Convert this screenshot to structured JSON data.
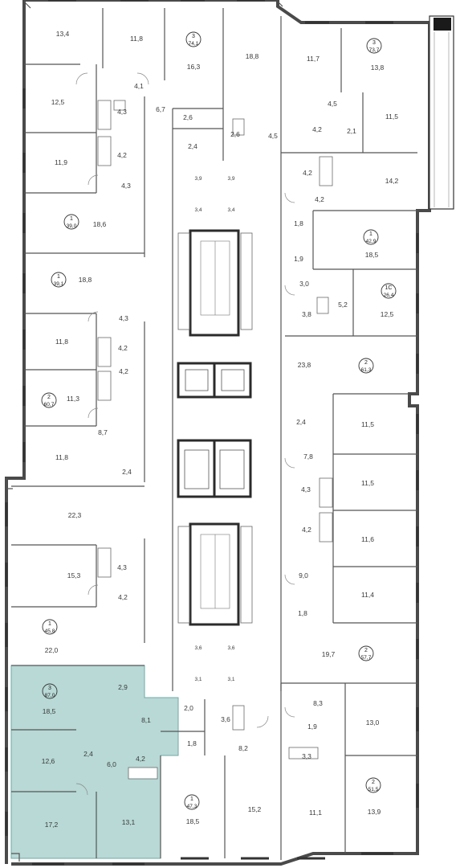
{
  "colors": {
    "highlight_fill": "#b8d9d6",
    "highlight_stroke": "#6fa9a4",
    "wall": "#555555",
    "core": "#2b2b2b"
  },
  "highlighted_apartment": {
    "rooms": [
      "3",
      "87,0"
    ],
    "areas": [
      "18,5",
      "2,9",
      "8,1",
      "2,0",
      "12,6",
      "2,4",
      "6,0",
      "4,2",
      "17,2",
      "13,1"
    ]
  },
  "apartments": [
    {
      "rooms": "3",
      "area": "74,1"
    },
    {
      "rooms": "3",
      "area": "73,7"
    },
    {
      "rooms": "1",
      "area": "39,0"
    },
    {
      "rooms": "1",
      "area": "42,9"
    },
    {
      "rooms": "1",
      "area": "39,1"
    },
    {
      "rooms": "1С",
      "area": "26,4"
    },
    {
      "rooms": "2",
      "area": "61,3"
    },
    {
      "rooms": "2",
      "area": "60,7"
    },
    {
      "rooms": "1",
      "area": "45,8"
    },
    {
      "rooms": "2",
      "area": "57,7"
    },
    {
      "rooms": "3",
      "area": "87,0"
    },
    {
      "rooms": "1",
      "area": "47,3"
    },
    {
      "rooms": "2",
      "area": "51,5"
    }
  ],
  "room_areas": [
    "13,4",
    "11,8",
    "16,3",
    "18,8",
    "11,7",
    "13,8",
    "4,1",
    "12,5",
    "4,3",
    "6,7",
    "2,6",
    "2,6",
    "4,5",
    "4,5",
    "4,2",
    "2,1",
    "11,5",
    "4,2",
    "2,4",
    "11,9",
    "4,3",
    "3,9",
    "3,9",
    "4,2",
    "14,2",
    "3,4",
    "3,4",
    "4,2",
    "18,6",
    "1,8",
    "18,5",
    "1,9",
    "18,8",
    "3,0",
    "5,2",
    "12,5",
    "3,8",
    "4,3",
    "11,8",
    "4,2",
    "23,8",
    "4,2",
    "11,3",
    "2,4",
    "8,7",
    "11,5",
    "11,8",
    "7,8",
    "2,4",
    "11,5",
    "22,3",
    "4,3",
    "4,2",
    "11,6",
    "15,3",
    "4,3",
    "9,0",
    "4,2",
    "11,4",
    "1,8",
    "22,0",
    "19,7",
    "3,6",
    "3,6",
    "3,1",
    "3,1",
    "8,3",
    "13,0",
    "3,6",
    "1,8",
    "8,2",
    "1,9",
    "3,3",
    "11,1",
    "15,2",
    "18,5",
    "13,9"
  ]
}
